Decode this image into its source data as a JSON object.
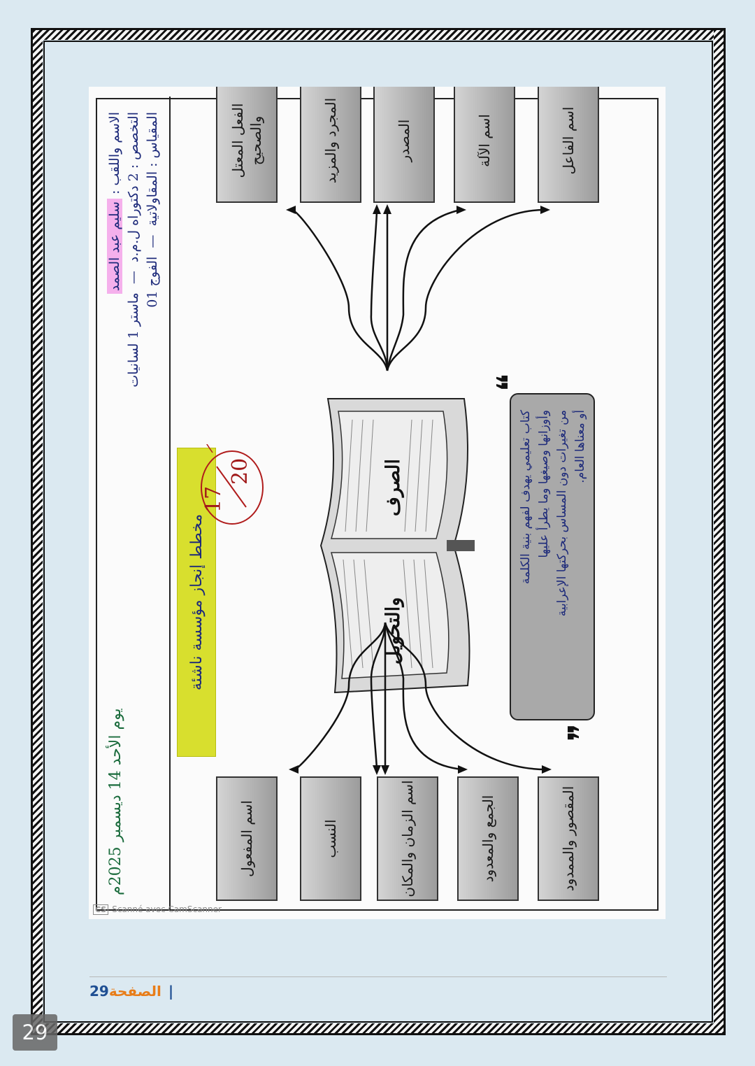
{
  "header": {
    "date_line": "يوم الأحد 14 ديسمبر 2025م",
    "name_label": "الاسم واللقب :",
    "name_value": "سليم عبد الصمد",
    "specialty": "التخصص : 2 دكتوراه ل.م.د",
    "module": "المقياس : المقاولاتية",
    "group": "الفوج 01",
    "sheet": "ماستر 1 لسانيات"
  },
  "banner": {
    "text": "مخطط إنجاز مؤسسة ناشئة"
  },
  "grade": {
    "score": "17",
    "out_of": "20"
  },
  "book": {
    "title_line1": "الصرف",
    "title_line2": "والتحويل"
  },
  "top_boxes": [
    "الفعل المعتل والصحيح",
    "المجرد والمزيد",
    "المصدر",
    "اسم الآلة",
    "اسم الفاعل"
  ],
  "bottom_boxes": [
    "اسم المفعول",
    "النسب",
    "اسم الزمان والمكان",
    "الجمع والمعدود",
    "المقصور والممدود"
  ],
  "quote": {
    "line1": "كتاب تعليمي يهدف لفهم بنية الكلمة",
    "line2": "وأوزانها وصيغها وما يطرأ عليها",
    "line3": "من تغيرات دون المساس بحركتها الإعرابية",
    "line4": "أو معناها العام."
  },
  "scanner": {
    "logo": "CS",
    "text": "Scanné avec CamScanner"
  },
  "footer": {
    "page_number": "29",
    "page_label": "الصفحة",
    "separator": "|"
  },
  "page_badge": "29"
}
